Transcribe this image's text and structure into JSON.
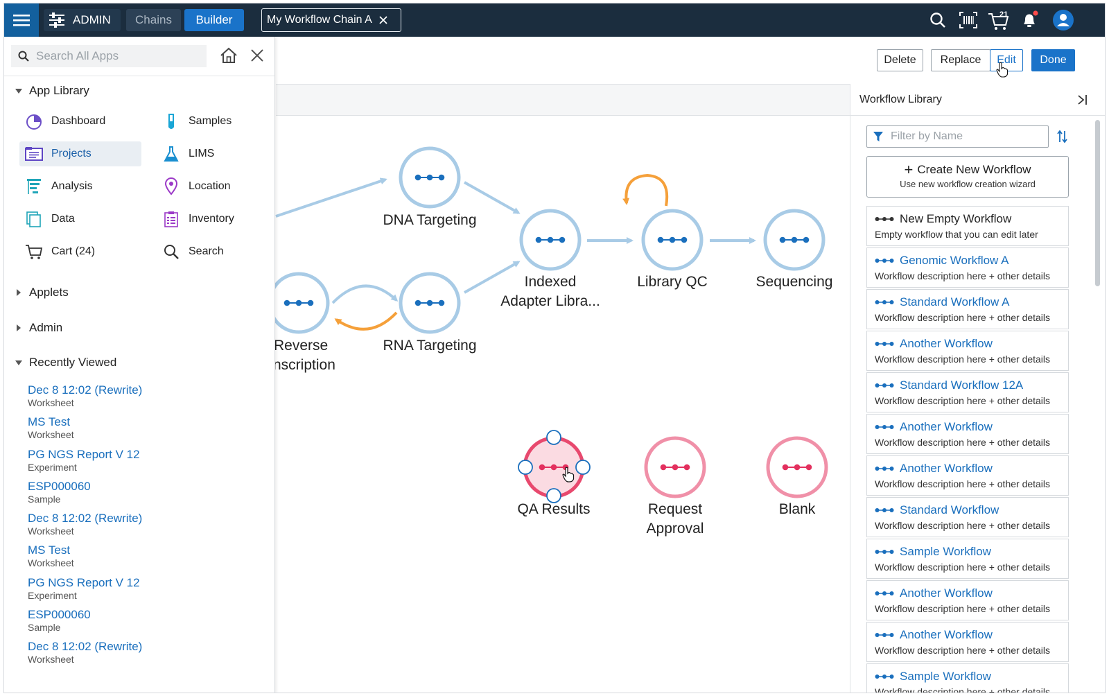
{
  "topbar": {
    "admin_label": "ADMIN",
    "chains_label": "Chains",
    "builder_label": "Builder",
    "chain_tab_label": "My Workflow Chain A",
    "cart_count": "21",
    "icons": [
      "menu-icon",
      "settings-sliders-icon",
      "search-icon",
      "barcode-icon",
      "cart-icon",
      "bell-icon",
      "user-icon"
    ]
  },
  "actions": {
    "delete": "Delete",
    "replace": "Replace",
    "edit": "Edit",
    "done": "Done"
  },
  "left_panel": {
    "search_placeholder": "Search All Apps",
    "app_library_label": "App Library",
    "apps": [
      {
        "label": "Dashboard",
        "icon": "dashboard-pie-icon"
      },
      {
        "label": "Samples",
        "icon": "test-tube-icon"
      },
      {
        "label": "Projects",
        "icon": "projects-folder-icon"
      },
      {
        "label": "LIMS",
        "icon": "flask-icon"
      },
      {
        "label": "Analysis",
        "icon": "analysis-tree-icon"
      },
      {
        "label": "Location",
        "icon": "location-pin-icon"
      },
      {
        "label": "Data",
        "icon": "data-stack-icon"
      },
      {
        "label": "Inventory",
        "icon": "inventory-clipboard-icon"
      },
      {
        "label": "Cart (24)",
        "icon": "cart-icon"
      },
      {
        "label": "Search",
        "icon": "search-icon"
      }
    ],
    "applets_label": "Applets",
    "admin_label": "Admin",
    "recently_viewed_label": "Recently Viewed",
    "recent": [
      {
        "title": "Dec 8 12:02 (Rewrite)",
        "type": "Worksheet"
      },
      {
        "title": "MS Test",
        "type": "Worksheet"
      },
      {
        "title": "PG NGS Report V 12",
        "type": "Experiment"
      },
      {
        "title": "ESP000060",
        "type": "Sample"
      },
      {
        "title": "Dec 8 12:02 (Rewrite)",
        "type": "Worksheet"
      },
      {
        "title": "MS Test",
        "type": "Worksheet"
      },
      {
        "title": "PG NGS Report V 12",
        "type": "Experiment"
      },
      {
        "title": "ESP000060",
        "type": "Sample"
      },
      {
        "title": "Dec 8 12:02 (Rewrite)",
        "type": "Worksheet"
      }
    ]
  },
  "canvas": {
    "nodes": [
      {
        "label": "DNA Targeting"
      },
      {
        "label": "Indexed",
        "label2": "Adapter Libra..."
      },
      {
        "label": "Library QC"
      },
      {
        "label": "Sequencing"
      },
      {
        "label": "Reverse",
        "label2": "nscription"
      },
      {
        "label": "RNA Targeting"
      },
      {
        "label": "QA Results"
      },
      {
        "label": "Request",
        "label2": "Approval"
      },
      {
        "label": "Blank"
      }
    ],
    "colors": {
      "workflow_ring": "#a8cbe6",
      "dots": "#1a6fbd",
      "arrow": "#a8cbe6",
      "loop_arrow": "#f5a03a",
      "qa_ring": "#e8496e",
      "qa_fill": "#fbdbe2",
      "pink_ring": "#f090a8"
    }
  },
  "right_panel": {
    "title": "Workflow Library",
    "filter_placeholder": "Filter by Name",
    "create_title": "Create New Workflow",
    "create_sub": "Use new workflow creation wizard",
    "items": [
      {
        "title": "New Empty Workflow",
        "desc": "Empty workflow that you can edit later"
      },
      {
        "title": "Genomic Workflow A",
        "desc": "Workflow description here + other details"
      },
      {
        "title": "Standard Workflow A",
        "desc": "Workflow description here + other details"
      },
      {
        "title": "Another Workflow",
        "desc": "Workflow description here + other details"
      },
      {
        "title": "Standard Workflow 12A",
        "desc": "Workflow description here + other details"
      },
      {
        "title": "Another Workflow",
        "desc": "Workflow description here + other details"
      },
      {
        "title": "Another Workflow",
        "desc": "Workflow description here + other details"
      },
      {
        "title": "Standard Workflow",
        "desc": "Workflow description here + other details"
      },
      {
        "title": "Sample Workflow",
        "desc": "Workflow description here + other details"
      },
      {
        "title": "Another Workflow",
        "desc": "Workflow description here + other details"
      },
      {
        "title": "Another Workflow",
        "desc": "Workflow description here + other details"
      },
      {
        "title": "Sample Workflow",
        "desc": "Workflow description here + other details"
      }
    ]
  }
}
